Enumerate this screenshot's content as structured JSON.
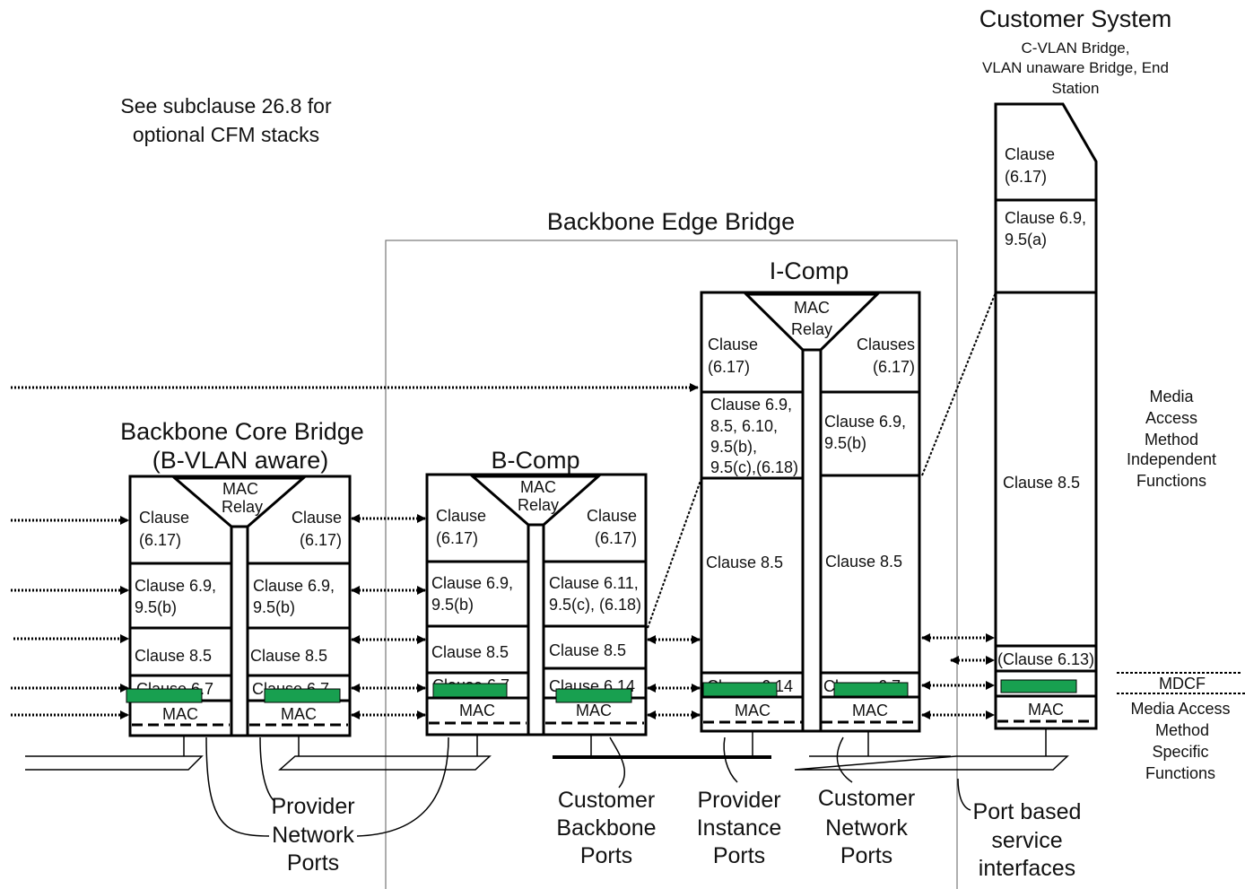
{
  "titles": {
    "customer_system": "Customer System",
    "customer_system_sub": [
      "C-VLAN Bridge,",
      "VLAN unaware Bridge, End",
      "Station"
    ],
    "note": [
      "See subclause 26.8 for",
      "optional CFM stacks"
    ],
    "backbone_edge_bridge": "Backbone Edge Bridge",
    "i_comp": "I-Comp",
    "b_comp": "B-Comp",
    "backbone_core_bridge": [
      "Backbone Core Bridge",
      "(B-VLAN aware)"
    ]
  },
  "labels": {
    "mac_relay": [
      "MAC",
      "Relay"
    ],
    "clause_617": [
      "Clause",
      "(6.17)"
    ],
    "clauses_617": [
      "Clauses",
      "(6.17)"
    ],
    "clause_69_95b": [
      "Clause 6.9,",
      "9.5(b)"
    ],
    "clause_69_95a": [
      "Clause 6.9,",
      "9.5(a)"
    ],
    "clause_611": [
      "Clause 6.11,",
      "9.5(c), (6.18)"
    ],
    "clause_69_long": [
      "Clause 6.9,",
      "8.5, 6.10,",
      "9.5(b),",
      "9.5(c),(6.18)"
    ],
    "clause_85": "Clause 8.5",
    "clause_67": "Clause 6.7",
    "clause_614": "Clause 6.14",
    "clause_613": "(Clause 6.13)",
    "mac": "MAC"
  },
  "right_labels": {
    "independent": [
      "Media",
      "Access",
      "Method",
      "Independent",
      "Functions"
    ],
    "mdcf": "MDCF",
    "specific": [
      "Media Access",
      "Method",
      "Specific",
      "Functions"
    ]
  },
  "port_labels": {
    "provider_network": [
      "Provider",
      "Network",
      "Ports"
    ],
    "customer_backbone": [
      "Customer",
      "Backbone",
      "Ports"
    ],
    "provider_instance": [
      "Provider",
      "Instance",
      "Ports"
    ],
    "customer_network": [
      "Customer",
      "Network",
      "Ports"
    ],
    "port_based": [
      "Port  based",
      "service",
      "interfaces"
    ]
  },
  "colors": {
    "shim": "#18a050"
  }
}
